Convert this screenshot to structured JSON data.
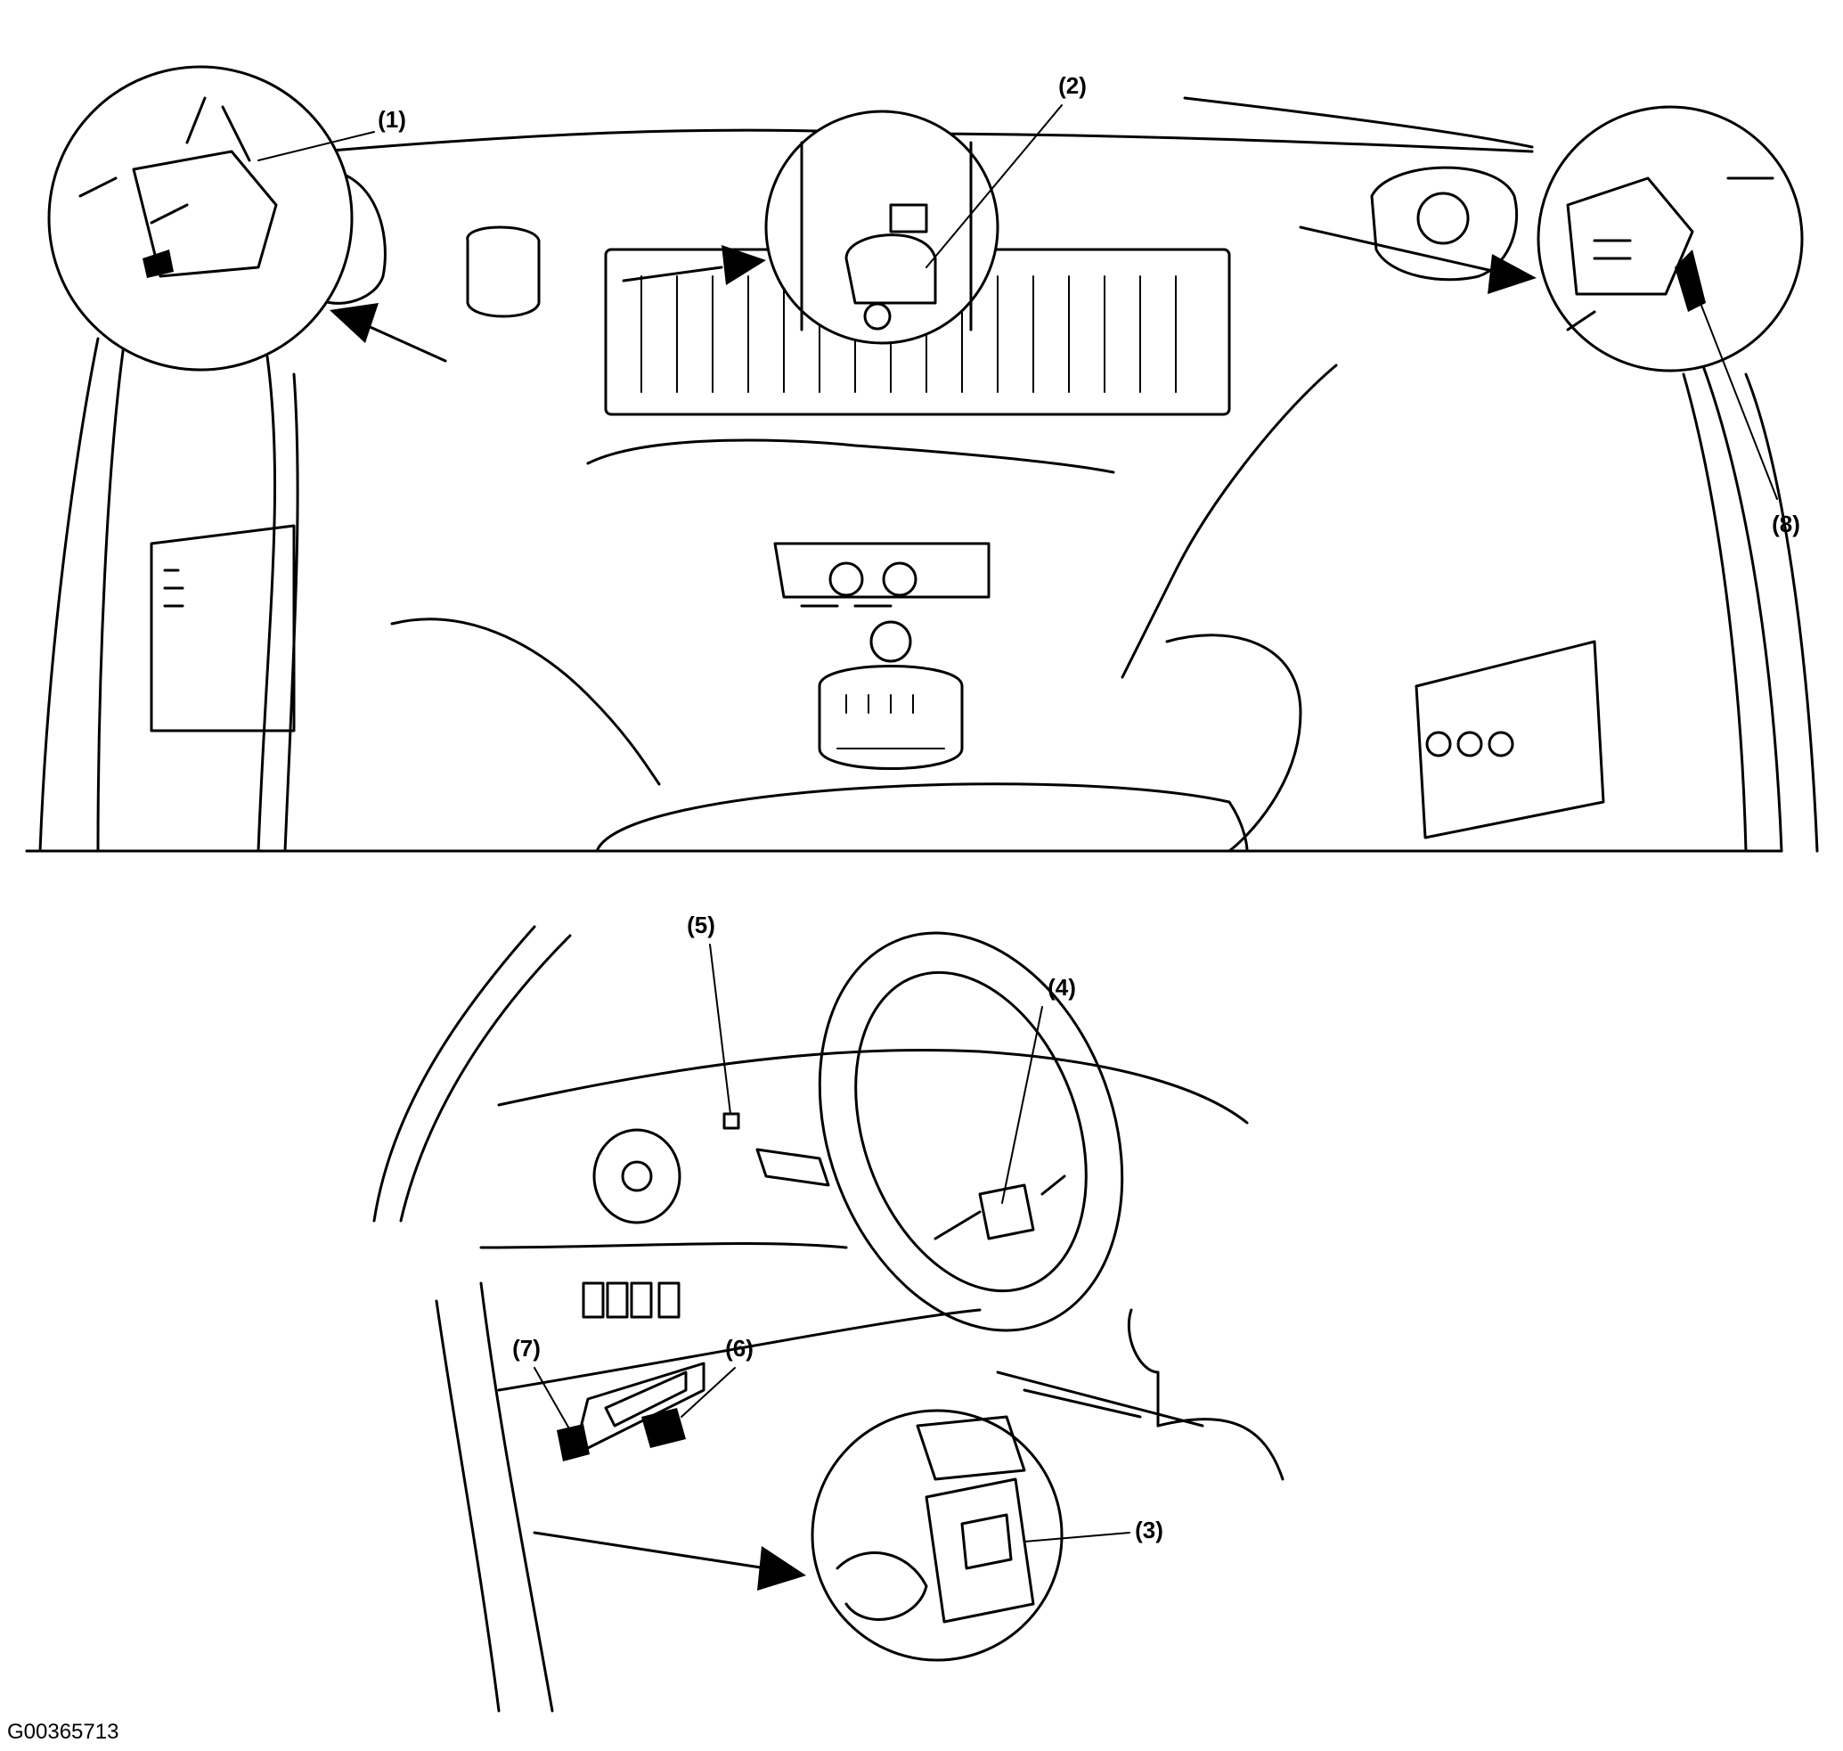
{
  "callouts": {
    "c1": "(1)",
    "c2": "(2)",
    "c3": "(3)",
    "c4": "(4)",
    "c5": "(5)",
    "c6": "(6)",
    "c7": "(7)",
    "c8": "(8)"
  },
  "figure_code": "G00365713"
}
